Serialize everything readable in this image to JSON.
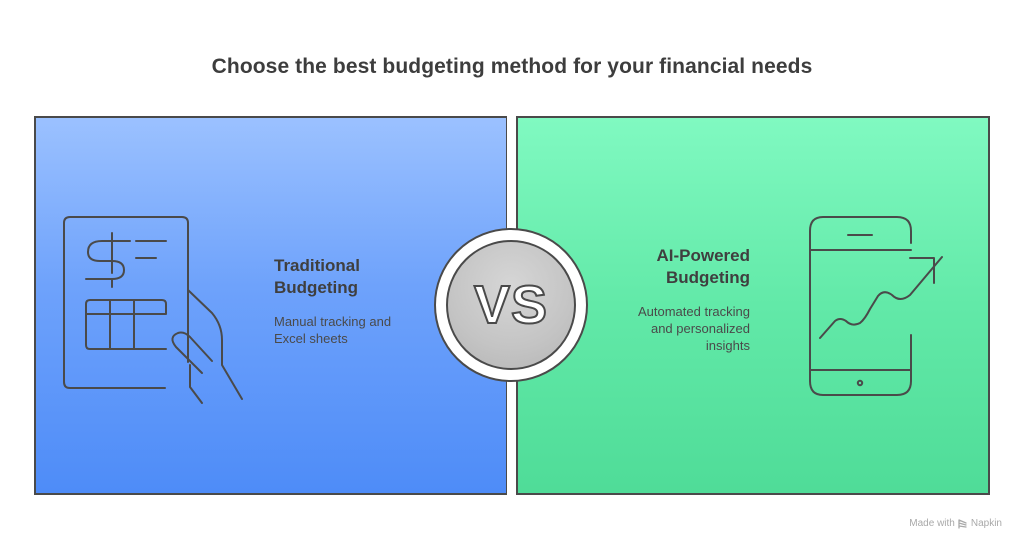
{
  "title": "Choose the best budgeting method for your financial needs",
  "left": {
    "heading_line1": "Traditional",
    "heading_line2": "Budgeting",
    "desc_line1": "Manual tracking and",
    "desc_line2": "Excel sheets",
    "icon": "hand-holding-spreadsheet-icon",
    "color_top": "#9bc1ff",
    "color_bottom": "#4e8cf8"
  },
  "vs": {
    "label": "VS"
  },
  "right": {
    "heading_line1": "AI-Powered",
    "heading_line2": "Budgeting",
    "desc_line1": "Automated tracking",
    "desc_line2": "and personalized",
    "desc_line3": "insights",
    "icon": "smartphone-growth-chart-icon",
    "color_top": "#80f9c1",
    "color_bottom": "#4fdc98"
  },
  "footer": {
    "made_with": "Made with",
    "brand": "Napkin",
    "icon": "napkin-logo-icon"
  }
}
